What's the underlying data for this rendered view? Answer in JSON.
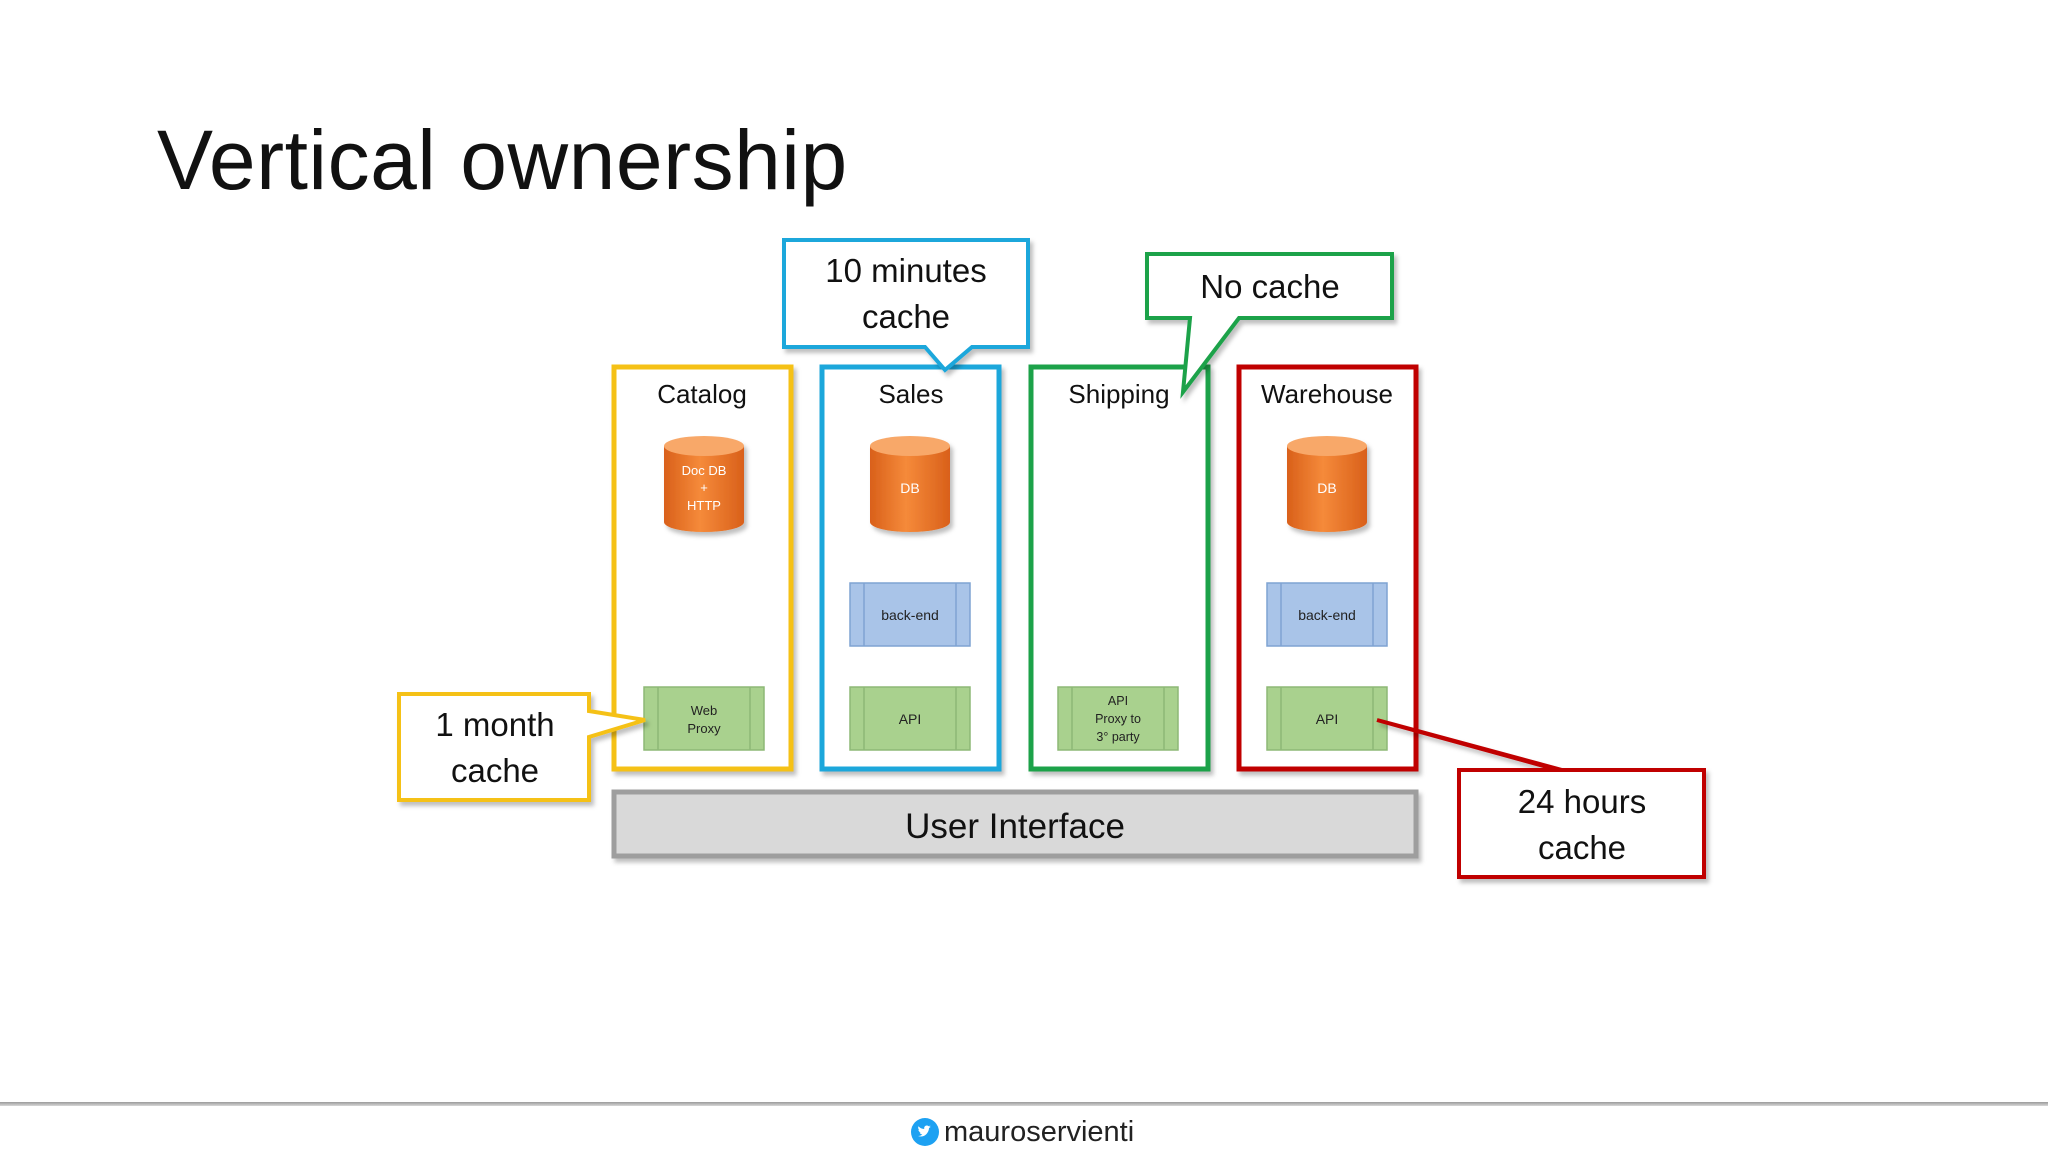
{
  "slide": {
    "title": "Vertical ownership",
    "footer_handle": "mauroservienti",
    "footer_icon": "twitter-bird-icon"
  },
  "colors": {
    "catalog": "#F5C118",
    "sales": "#1BA7DB",
    "shipping": "#1AA24A",
    "warehouse": "#C00000",
    "db_fill": "#EF7A25",
    "backend_fill": "#A9C4E8",
    "api_fill": "#A9D18E",
    "ui_fill": "#D9D9D9"
  },
  "columns": {
    "catalog": {
      "title": "Catalog",
      "db_lines": [
        "Doc DB",
        "+",
        "HTTP"
      ],
      "api_lines": [
        "Web",
        "Proxy"
      ]
    },
    "sales": {
      "title": "Sales",
      "db_lines": [
        "DB"
      ],
      "backend": "back-end",
      "api_lines": [
        "API"
      ]
    },
    "shipping": {
      "title": "Shipping",
      "api_lines": [
        "API",
        "Proxy to",
        "3° party"
      ]
    },
    "warehouse": {
      "title": "Warehouse",
      "db_lines": [
        "DB"
      ],
      "backend": "back-end",
      "api_lines": [
        "API"
      ]
    }
  },
  "ui_bar": {
    "label": "User Interface"
  },
  "callouts": {
    "catalog": [
      "1 month",
      "cache"
    ],
    "sales": [
      "10 minutes",
      "cache"
    ],
    "shipping": [
      "No cache"
    ],
    "warehouse": [
      "24 hours",
      "cache"
    ]
  }
}
